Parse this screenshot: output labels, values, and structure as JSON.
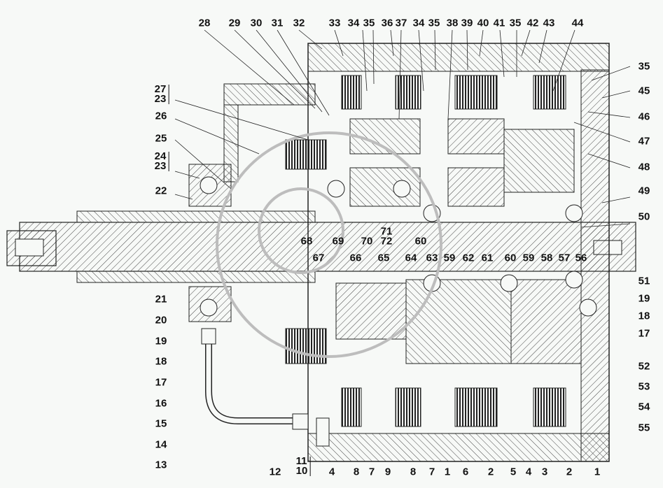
{
  "figure": {
    "subject": "Transmission cross-section assembly drawing with numbered part callouts",
    "colors": {
      "background": "#f7f9f7",
      "line": "#222222",
      "hatch": "#333333",
      "watermark": "#bdbdbd"
    }
  },
  "callouts": {
    "top": [
      "28",
      "29",
      "30",
      "31",
      "32",
      "33",
      "34",
      "35",
      "36",
      "37",
      "34",
      "35",
      "38",
      "39",
      "40",
      "41",
      "35",
      "42",
      "43",
      "44"
    ],
    "left": [
      {
        "stack": [
          "27",
          "23"
        ]
      },
      {
        "text": "26"
      },
      {
        "text": "25"
      },
      {
        "stack": [
          "24",
          "23"
        ]
      },
      {
        "text": "22"
      },
      {
        "text": "21"
      },
      {
        "text": "20"
      },
      {
        "text": "19"
      },
      {
        "text": "18"
      },
      {
        "text": "17"
      },
      {
        "text": "16"
      },
      {
        "text": "15"
      },
      {
        "text": "14"
      },
      {
        "text": "13"
      }
    ],
    "right": [
      "35",
      "45",
      "46",
      "47",
      "48",
      "49",
      "50",
      "51",
      "19",
      "18",
      "17",
      "52",
      "53",
      "54",
      "55"
    ],
    "bottom": [
      {
        "text": "12"
      },
      {
        "stack": [
          "11",
          "10"
        ]
      },
      {
        "text": "4"
      },
      {
        "text": "8"
      },
      {
        "text": "7"
      },
      {
        "text": "9"
      },
      {
        "text": "8"
      },
      {
        "text": "7"
      },
      {
        "text": "1"
      },
      {
        "text": "6"
      },
      {
        "text": "2"
      },
      {
        "text": "5"
      },
      {
        "text": "4"
      },
      {
        "text": "3"
      },
      {
        "text": "2"
      },
      {
        "text": "1"
      }
    ],
    "center_upper": [
      "68",
      "69",
      "70",
      "71",
      "72",
      "60"
    ],
    "center_lower": [
      "67",
      "66",
      "65",
      "64",
      "63",
      "59",
      "62",
      "61",
      "60",
      "59",
      "58",
      "57",
      "56"
    ]
  }
}
